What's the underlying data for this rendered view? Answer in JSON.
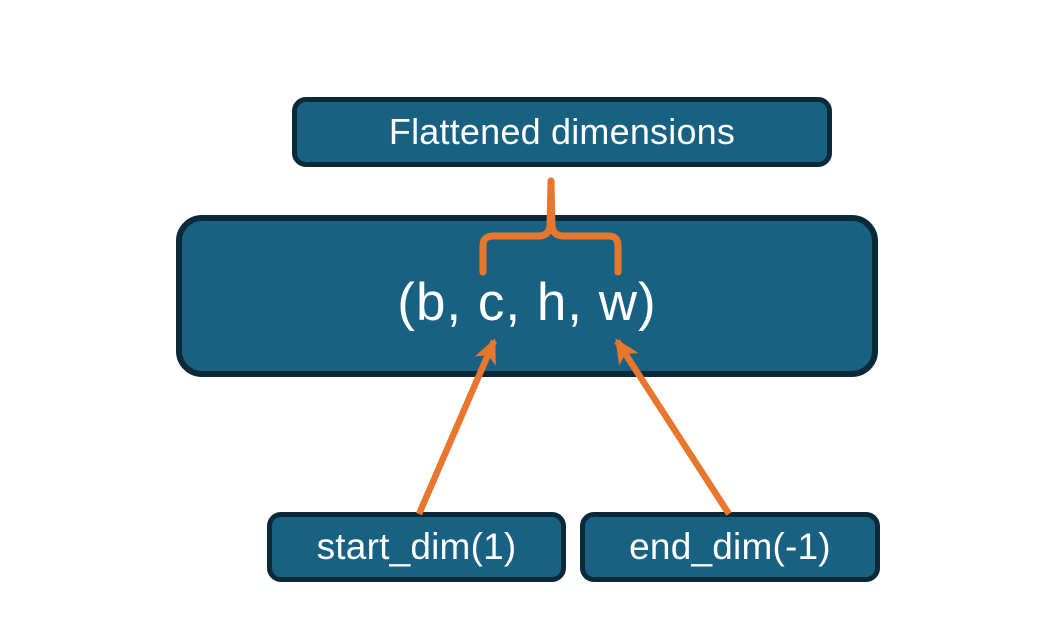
{
  "diagram": {
    "title_node": {
      "label": "Flattened dimensions"
    },
    "shape_node": {
      "label": "(b, c, h, w)"
    },
    "param_nodes": [
      {
        "label": "start_dim(1)"
      },
      {
        "label": "end_dim(-1)"
      }
    ],
    "connectors": {
      "brace": "curly-brace-up",
      "arrow_left": "arrow-start-dim-to-c",
      "arrow_right": "arrow-end-dim-to-w"
    },
    "colors": {
      "node_fill": "#186183",
      "node_border": "#0b2a39",
      "node_text": "#ffffff",
      "connector": "#e8762c",
      "background": "#ffffff"
    }
  }
}
